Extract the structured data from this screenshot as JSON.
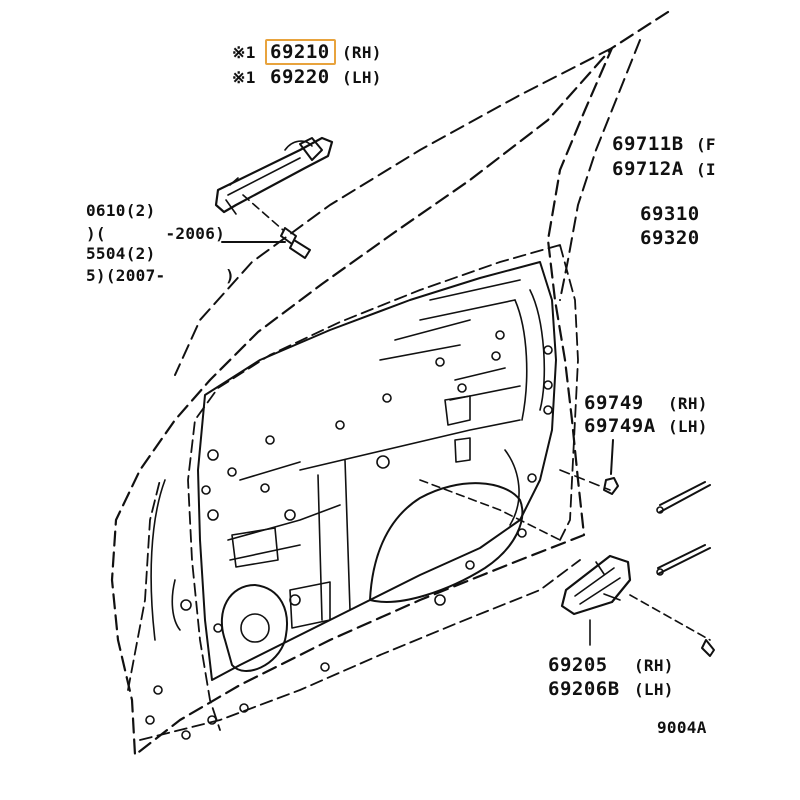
{
  "colors": {
    "line": "#111111",
    "highlight": "#e8a33d",
    "background": "#ffffff"
  },
  "labels": {
    "outside_handle_rh_mark": "※1",
    "outside_handle_rh_part": "69210",
    "outside_handle_rh_side": "(RH)",
    "outside_handle_lh_mark": "※1",
    "outside_handle_lh_part": "69220",
    "outside_handle_lh_side": "(LH)",
    "screw_part_a": "0610(2)",
    "screw_range_a": ")(      -2006)",
    "screw_part_b": "5504(2)",
    "screw_range_b": "5)(2007-      )",
    "rod_part_rh": "69711B",
    "rod_side_rh": "(F",
    "rod_part_lh": "69712A",
    "rod_side_lh": "(I",
    "check_part_a": "69310",
    "check_part_b": "69320",
    "clip_part_rh": "69749",
    "clip_side_rh": "(RH)",
    "clip_part_lh": "69749A",
    "clip_side_lh": "(LH)",
    "inside_handle_rh_part": "69205",
    "inside_handle_rh_side": "(RH)",
    "inside_handle_lh_part": "69206B",
    "inside_handle_lh_side": "(LH)",
    "figure_code": "9004A"
  }
}
